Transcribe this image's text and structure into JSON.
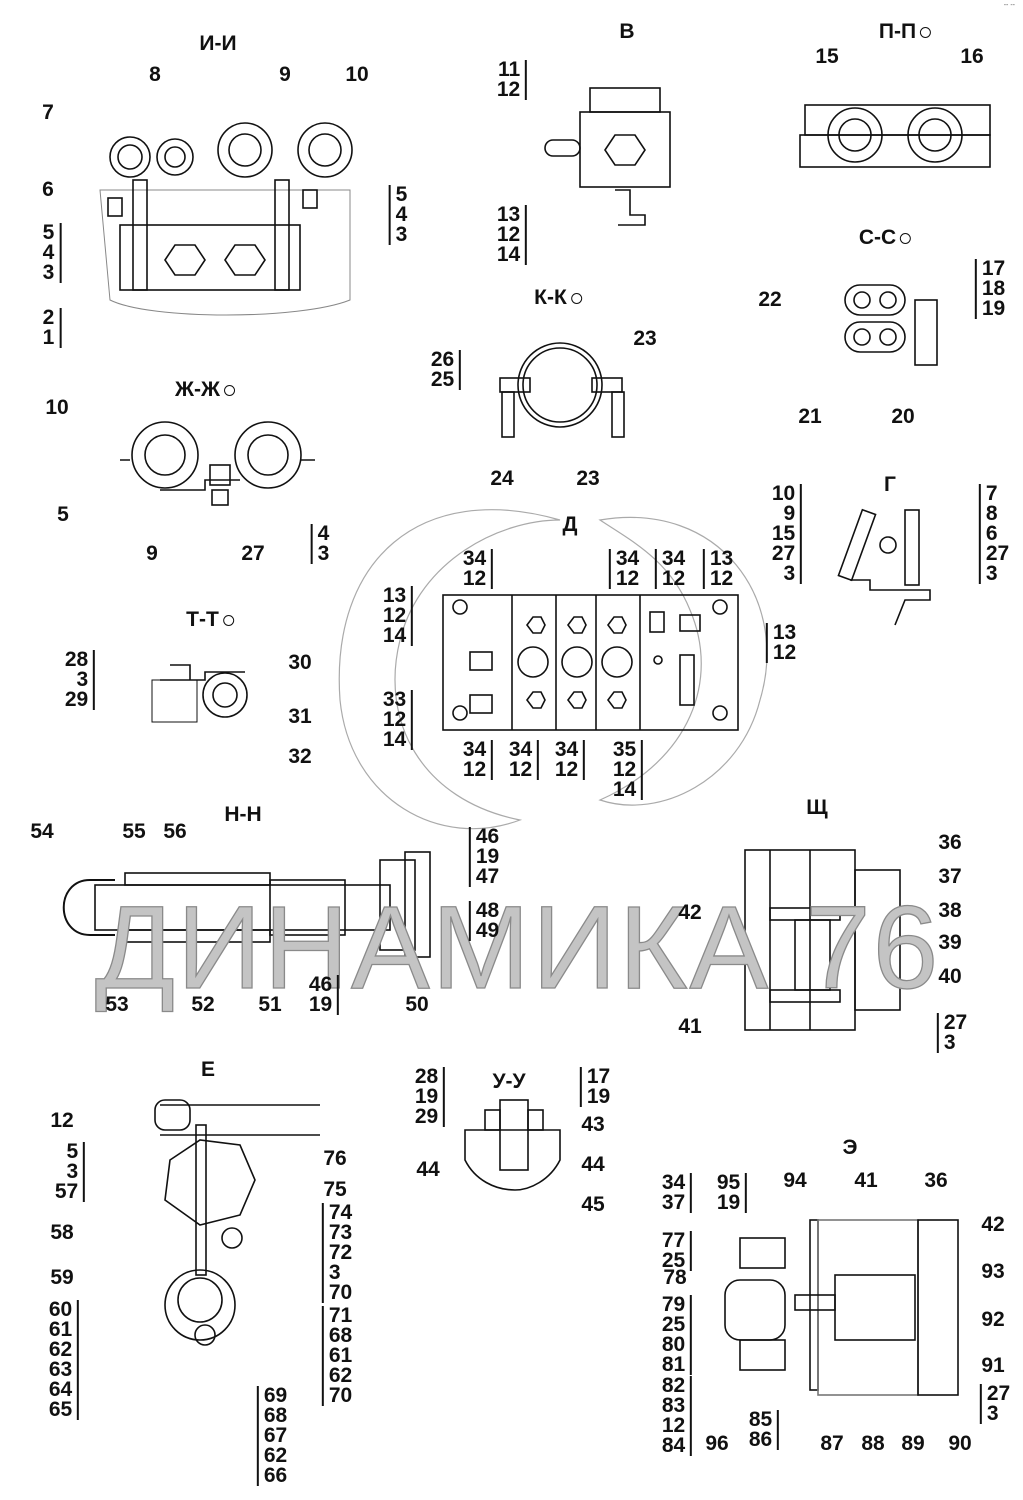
{
  "watermark": "ДИНАМИКА 76",
  "corner_mark": "-- --",
  "views": [
    {
      "id": "ii",
      "title": "И-И",
      "circle": false,
      "callouts": [
        [
          "8"
        ],
        [
          "9"
        ],
        [
          "10"
        ],
        [
          "7"
        ],
        [
          "6"
        ],
        [
          "5",
          "4",
          "3"
        ],
        [
          "5",
          "4",
          "3"
        ],
        [
          "2",
          "1"
        ]
      ]
    },
    {
      "id": "v",
      "title": "В",
      "circle": false,
      "callouts": [
        [
          "11",
          "12"
        ],
        [
          "13",
          "12",
          "14"
        ]
      ]
    },
    {
      "id": "pp",
      "title": "П-П",
      "circle": true,
      "callouts": [
        [
          "15"
        ],
        [
          "16"
        ]
      ]
    },
    {
      "id": "ss",
      "title": "С-С",
      "circle": true,
      "callouts": [
        [
          "22"
        ],
        [
          "17",
          "18",
          "19"
        ],
        [
          "21"
        ],
        [
          "20"
        ]
      ]
    },
    {
      "id": "kk",
      "title": "К-К",
      "circle": true,
      "callouts": [
        [
          "26",
          "25"
        ],
        [
          "23"
        ],
        [
          "24"
        ],
        [
          "23"
        ]
      ]
    },
    {
      "id": "zhzh",
      "title": "Ж-Ж",
      "circle": true,
      "callouts": [
        [
          "10"
        ],
        [
          "5"
        ],
        [
          "9"
        ],
        [
          "27"
        ],
        [
          "4",
          "3"
        ]
      ]
    },
    {
      "id": "g",
      "title": "Г",
      "circle": false,
      "callouts": [
        [
          "10",
          "9",
          "15",
          "27",
          "3"
        ],
        [
          "7",
          "8",
          "6",
          "27",
          "3"
        ]
      ]
    },
    {
      "id": "d",
      "title": "Д",
      "circle": false,
      "callouts": [
        [
          "34",
          "12"
        ],
        [
          "34",
          "12"
        ],
        [
          "34",
          "12"
        ],
        [
          "13",
          "12"
        ],
        [
          "13",
          "12",
          "14"
        ],
        [
          "13",
          "12"
        ],
        [
          "33",
          "12",
          "14"
        ],
        [
          "34",
          "12"
        ],
        [
          "34",
          "12"
        ],
        [
          "34",
          "12"
        ],
        [
          "35",
          "12",
          "14"
        ]
      ]
    },
    {
      "id": "tt",
      "title": "Т-Т",
      "circle": true,
      "callouts": [
        [
          "28",
          "3",
          "29"
        ],
        [
          "30"
        ],
        [
          "31"
        ],
        [
          "32"
        ]
      ]
    },
    {
      "id": "nn",
      "title": "Н-Н",
      "circle": false,
      "callouts": [
        [
          "54"
        ],
        [
          "55"
        ],
        [
          "56"
        ],
        [
          "46",
          "19",
          "47"
        ],
        [
          "48",
          "49"
        ],
        [
          "53"
        ],
        [
          "52"
        ],
        [
          "51"
        ],
        [
          "46",
          "19"
        ],
        [
          "50"
        ]
      ]
    },
    {
      "id": "sch",
      "title": "Щ",
      "circle": false,
      "callouts": [
        [
          "36"
        ],
        [
          "37"
        ],
        [
          "38"
        ],
        [
          "39"
        ],
        [
          "40"
        ],
        [
          "42"
        ],
        [
          "41"
        ],
        [
          "27",
          "3"
        ]
      ]
    },
    {
      "id": "e",
      "title": "Е",
      "circle": false,
      "callouts": [
        [
          "12"
        ],
        [
          "5",
          "3",
          "57"
        ],
        [
          "76"
        ],
        [
          "75"
        ],
        [
          "58"
        ],
        [
          "74",
          "73",
          "72",
          "3",
          "70"
        ],
        [
          "59"
        ],
        [
          "60",
          "61",
          "62",
          "63",
          "64",
          "65"
        ],
        [
          "71",
          "68",
          "61",
          "62",
          "70"
        ],
        [
          "69",
          "68",
          "67",
          "62",
          "66"
        ]
      ]
    },
    {
      "id": "uu",
      "title": "У-У",
      "circle": false,
      "callouts": [
        [
          "28",
          "19",
          "29"
        ],
        [
          "17",
          "19"
        ],
        [
          "43"
        ],
        [
          "44"
        ],
        [
          "44"
        ],
        [
          "45"
        ]
      ]
    },
    {
      "id": "e2",
      "title": "Э",
      "circle": false,
      "callouts": [
        [
          "34",
          "37"
        ],
        [
          "95",
          "19"
        ],
        [
          "94"
        ],
        [
          "41"
        ],
        [
          "36"
        ],
        [
          "77",
          "25"
        ],
        [
          "42"
        ],
        [
          "78"
        ],
        [
          "93"
        ],
        [
          "79",
          "25",
          "80",
          "81"
        ],
        [
          "92"
        ],
        [
          "91"
        ],
        [
          "82",
          "83",
          "12",
          "84"
        ],
        [
          "27",
          "3"
        ],
        [
          "85",
          "86"
        ],
        [
          "96"
        ],
        [
          "87"
        ],
        [
          "88"
        ],
        [
          "89"
        ],
        [
          "90"
        ]
      ]
    }
  ]
}
